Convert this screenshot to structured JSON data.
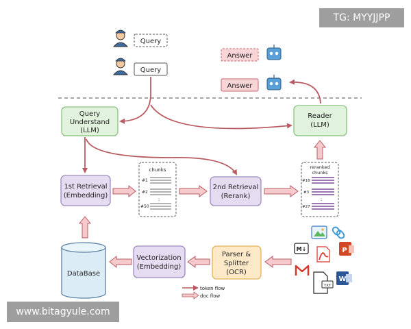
{
  "watermark_top": "TG: MYYJJPP",
  "watermark_bottom": "www.bitagyule.com",
  "queries": [
    "Query",
    "Query"
  ],
  "answers": [
    "Answer",
    "Answer"
  ],
  "nodes": {
    "query_understand": [
      "Query",
      "Understand",
      "(LLM)"
    ],
    "reader": [
      "Reader",
      "(LLM)"
    ],
    "first_retrieval": [
      "1st Retrieval",
      "(Embedding)"
    ],
    "second_retrieval": [
      "2nd Retrieval",
      "(Rerank)"
    ],
    "vectorization": [
      "Vectorization",
      "(Embedding)"
    ],
    "parser": [
      "Parser &",
      "Splitter",
      "(OCR)"
    ],
    "database": "DataBase"
  },
  "chunks": {
    "title": "chunks",
    "labels": [
      "#1",
      "#2",
      ":",
      "#50"
    ]
  },
  "reranked_chunks": {
    "title": [
      "reranked",
      "chunks"
    ],
    "labels": [
      "#16",
      "#3",
      ":",
      "#27"
    ]
  },
  "legend": {
    "token_flow": "token flow",
    "doc_flow": "doc flow"
  },
  "file_icons": {
    "markdown": "M↓",
    "powerpoint": "P",
    "txt": "TXT",
    "word": "W"
  },
  "colors": {
    "green_fill": "#e2f3dd",
    "green_stroke": "#8bbf7f",
    "purple_fill": "#e6dcf2",
    "purple_stroke": "#9d8bbf",
    "orange_fill": "#fde9c7",
    "orange_stroke": "#e3b25a",
    "db_fill": "#dcecf7",
    "arrow": "#b85c62",
    "arrow_fill": "#f6c9cc",
    "answer_fill": "#f8d6d8"
  }
}
